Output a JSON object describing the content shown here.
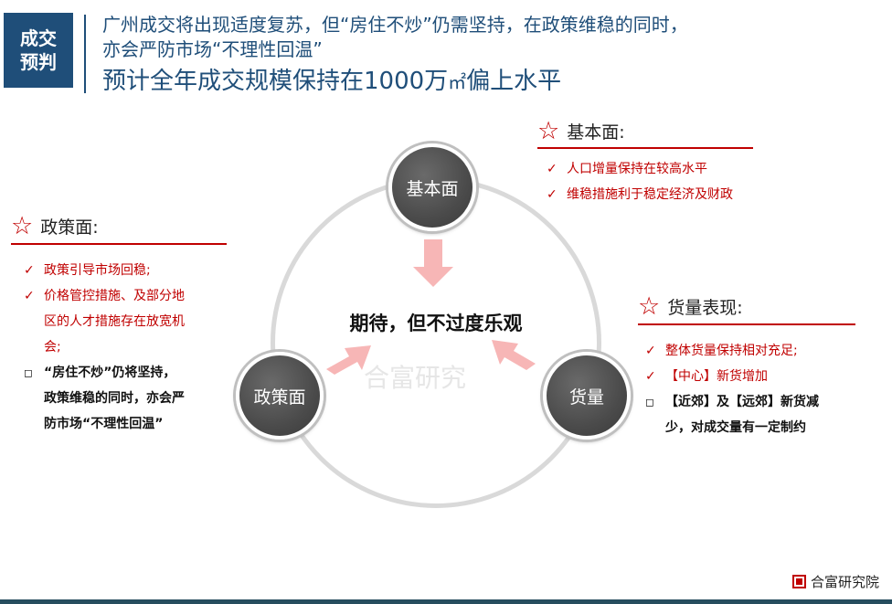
{
  "header": {
    "tag_line1": "成交",
    "tag_line2": "预判",
    "title_line1": "广州成交将出现适度复苏，但“房住不炒”仍需坚持，在政策维稳的同时，",
    "title_line2": "亦会严防市场“不理性回温”",
    "subtitle": "预计全年成交规模保持在1000万",
    "subtitle_unit": "㎡",
    "subtitle_tail": "偏上水平"
  },
  "diagram": {
    "center_text": "期待，但不过度乐观",
    "watermark": "合富研究",
    "nodes": {
      "top": "基本面",
      "left": "政策面",
      "right": "货量"
    }
  },
  "sections": {
    "fundamentals": {
      "heading": "基本面:",
      "items": [
        "人口增量保持在较高水平",
        "维稳措施利于稳定经济及财政"
      ]
    },
    "policy": {
      "heading": "政策面:",
      "items": [
        "政策引导市场回稳;",
        "价格管控措施、及部分地",
        "区的人才措施存在放宽机",
        "会;"
      ],
      "bold_items": [
        "“房住不炒”仍将坚持，",
        "政策维稳的同时，亦会严",
        "防市场“不理性回温”"
      ]
    },
    "supply": {
      "heading": "货量表现:",
      "items": [
        "整体货量保持相对充足;",
        "【中心】新货增加"
      ],
      "bold_items": [
        "【近郊】及【远郊】新货减",
        "少，对成交量有一定制约"
      ]
    }
  },
  "marks": {
    "check": "✓",
    "square": "◻",
    "star": "☆"
  },
  "footer": {
    "brand": "合富研究院"
  },
  "colors": {
    "brand_blue": "#1f4e79",
    "accent_red": "#c00000",
    "node_gray": "#4b4b4b",
    "arrow_pink": "#f7b6b6"
  }
}
